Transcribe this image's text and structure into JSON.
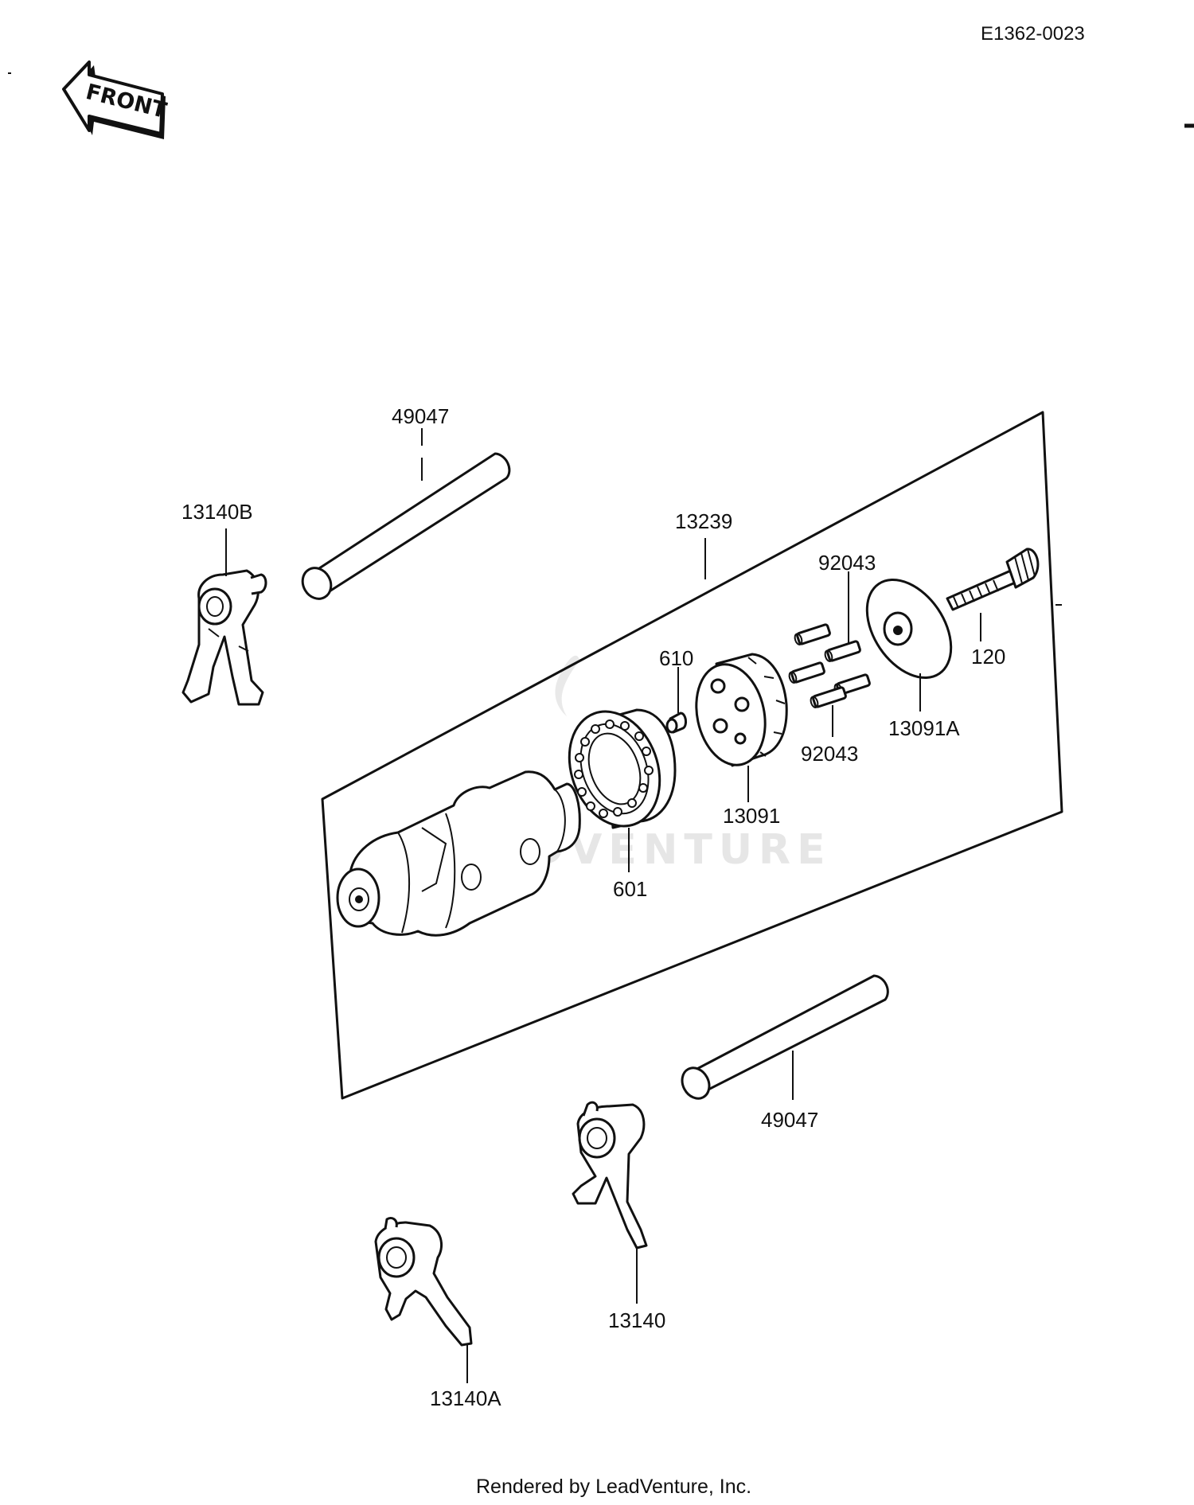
{
  "document_code": "E1362-0023",
  "front_indicator": "FRONT",
  "watermark": "LEADVENTURE",
  "footer": "Rendered by LeadVenture, Inc.",
  "part_labels": {
    "shaft_upper": "49047",
    "fork_b": "13140B",
    "drum_assembly": "13239",
    "pin_upper": "92043",
    "bolt": "120",
    "dowel": "610",
    "plate": "13091A",
    "pin_lower": "92043",
    "pin_plate": "13091",
    "bearing": "601",
    "shaft_lower": "49047",
    "fork": "13140",
    "fork_a": "13140A"
  }
}
